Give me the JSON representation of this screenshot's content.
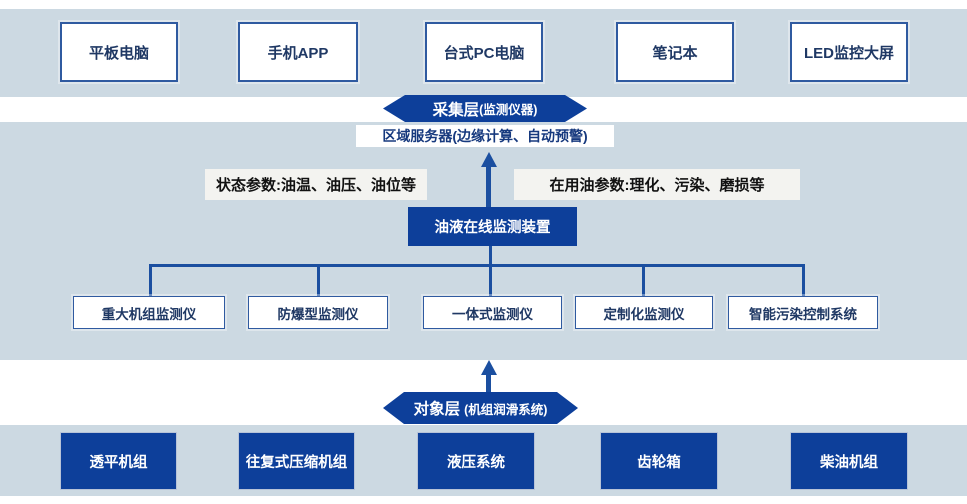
{
  "colors": {
    "band": "#ccd9e2",
    "navy": "#0d3f9a",
    "line": "#1b4fa0",
    "box_border": "#2f5aa0",
    "box_text": "#1f3864",
    "label_bg": "#f3f3f0"
  },
  "diagram": {
    "display_devices": [
      "平板电脑",
      "手机APP",
      "台式PC电脑",
      "笔记本",
      "LED监控大屏"
    ],
    "collection_layer": {
      "title": "采集层",
      "subtitle": "(监测仪器)"
    },
    "server_label": "区域服务器(边缘计算、自动预警)",
    "status_params_label": "状态参数:油温、油压、油位等",
    "oil_params_label": "在用油参数:理化、污染、磨损等",
    "monitor_device": "油液在线监测装置",
    "monitors": [
      "重大机组监测仪",
      "防爆型监测仪",
      "一体式监测仪",
      "定制化监测仪",
      "智能污染控制系统"
    ],
    "object_layer": {
      "title": "对象层",
      "subtitle": "(机组润滑系统)"
    },
    "equipment": [
      "透平机组",
      "往复式压缩机组",
      "液压系统",
      "齿轮箱",
      "柴油机组"
    ]
  }
}
